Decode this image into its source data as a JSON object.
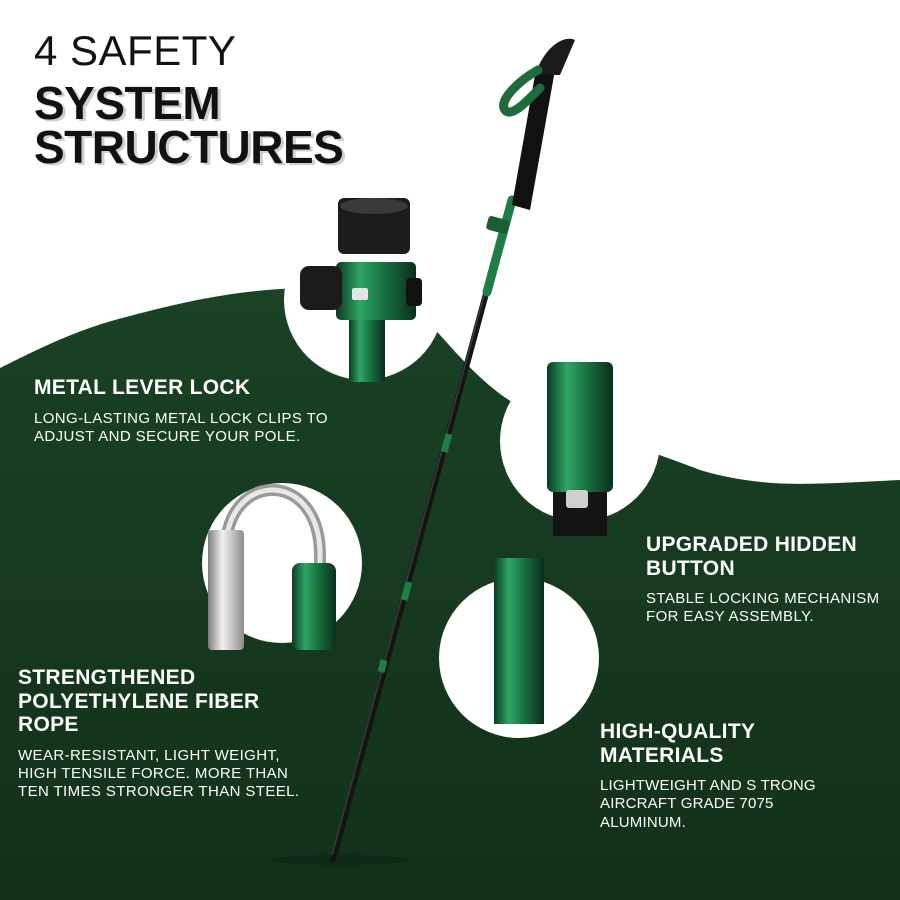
{
  "heading": {
    "line1": "4 SAFETY",
    "line2": "SYSTEM",
    "line3": "STRUCTURES"
  },
  "features": [
    {
      "title": "METAL LEVER LOCK",
      "description": "LONG-LASTING METAL LOCK CLIPS TO ADJUST AND SECURE YOUR POLE."
    },
    {
      "title": "UPGRADED HIDDEN BUTTON",
      "description": "STABLE LOCKING MECHANISM FOR EASY ASSEMBLY."
    },
    {
      "title": "STRENGTHENED POLYETHYLENE FIBER ROPE",
      "description": "WEAR-RESISTANT, LIGHT WEIGHT, HIGH TENSILE FORCE. MORE THAN TEN TIMES STRONGER THAN STEEL."
    },
    {
      "title": "HIGH-QUALITY MATERIALS",
      "description": "LIGHTWEIGHT AND S TRONG AIRCRAFT GRADE 7075 ALUMINUM."
    }
  ],
  "colors": {
    "background": "#ffffff",
    "dark_green": "#16391f",
    "accent_green": "#1f7d46",
    "text_dark": "#111111",
    "text_light": "#ffffff"
  },
  "icons": [
    "trekking-pole",
    "lever-lock-closeup",
    "hidden-button-closeup",
    "rope-closeup",
    "aluminum-tube-closeup"
  ]
}
